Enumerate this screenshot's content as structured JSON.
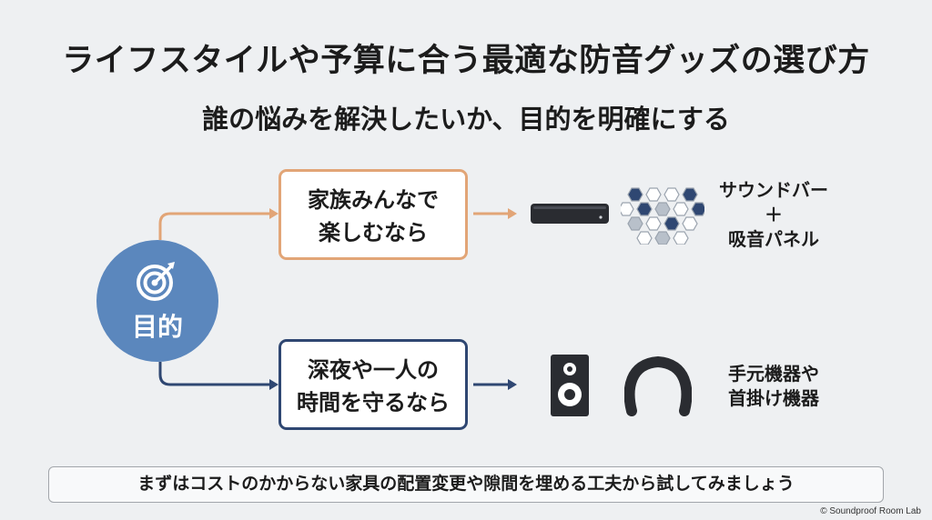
{
  "title": "ライフスタイルや予算に合う最適な防音グッズの選び方",
  "subtitle": "誰の悩みを解決したいか、目的を明確にする",
  "purpose": {
    "label": "目的",
    "icon": "target-icon"
  },
  "branches": [
    {
      "condition_lines": [
        "家族みんなで",
        "楽しむなら"
      ],
      "items": [
        "soundbar-icon",
        "hexagon-panel-icon"
      ],
      "result_lines": [
        "サウンドバー",
        "＋",
        "吸音パネル"
      ],
      "color": "#e2a577"
    },
    {
      "condition_lines": [
        "深夜や一人の",
        "時間を守るなら"
      ],
      "items": [
        "speaker-icon",
        "neck-speaker-icon"
      ],
      "result_lines": [
        "手元機器や",
        "首掛け機器"
      ],
      "color": "#2f4772"
    }
  ],
  "footer": "まずはコストのかからない家具の配置変更や隙間を埋める工夫から試してみましょう",
  "credit": "© Soundproof Room Lab"
}
